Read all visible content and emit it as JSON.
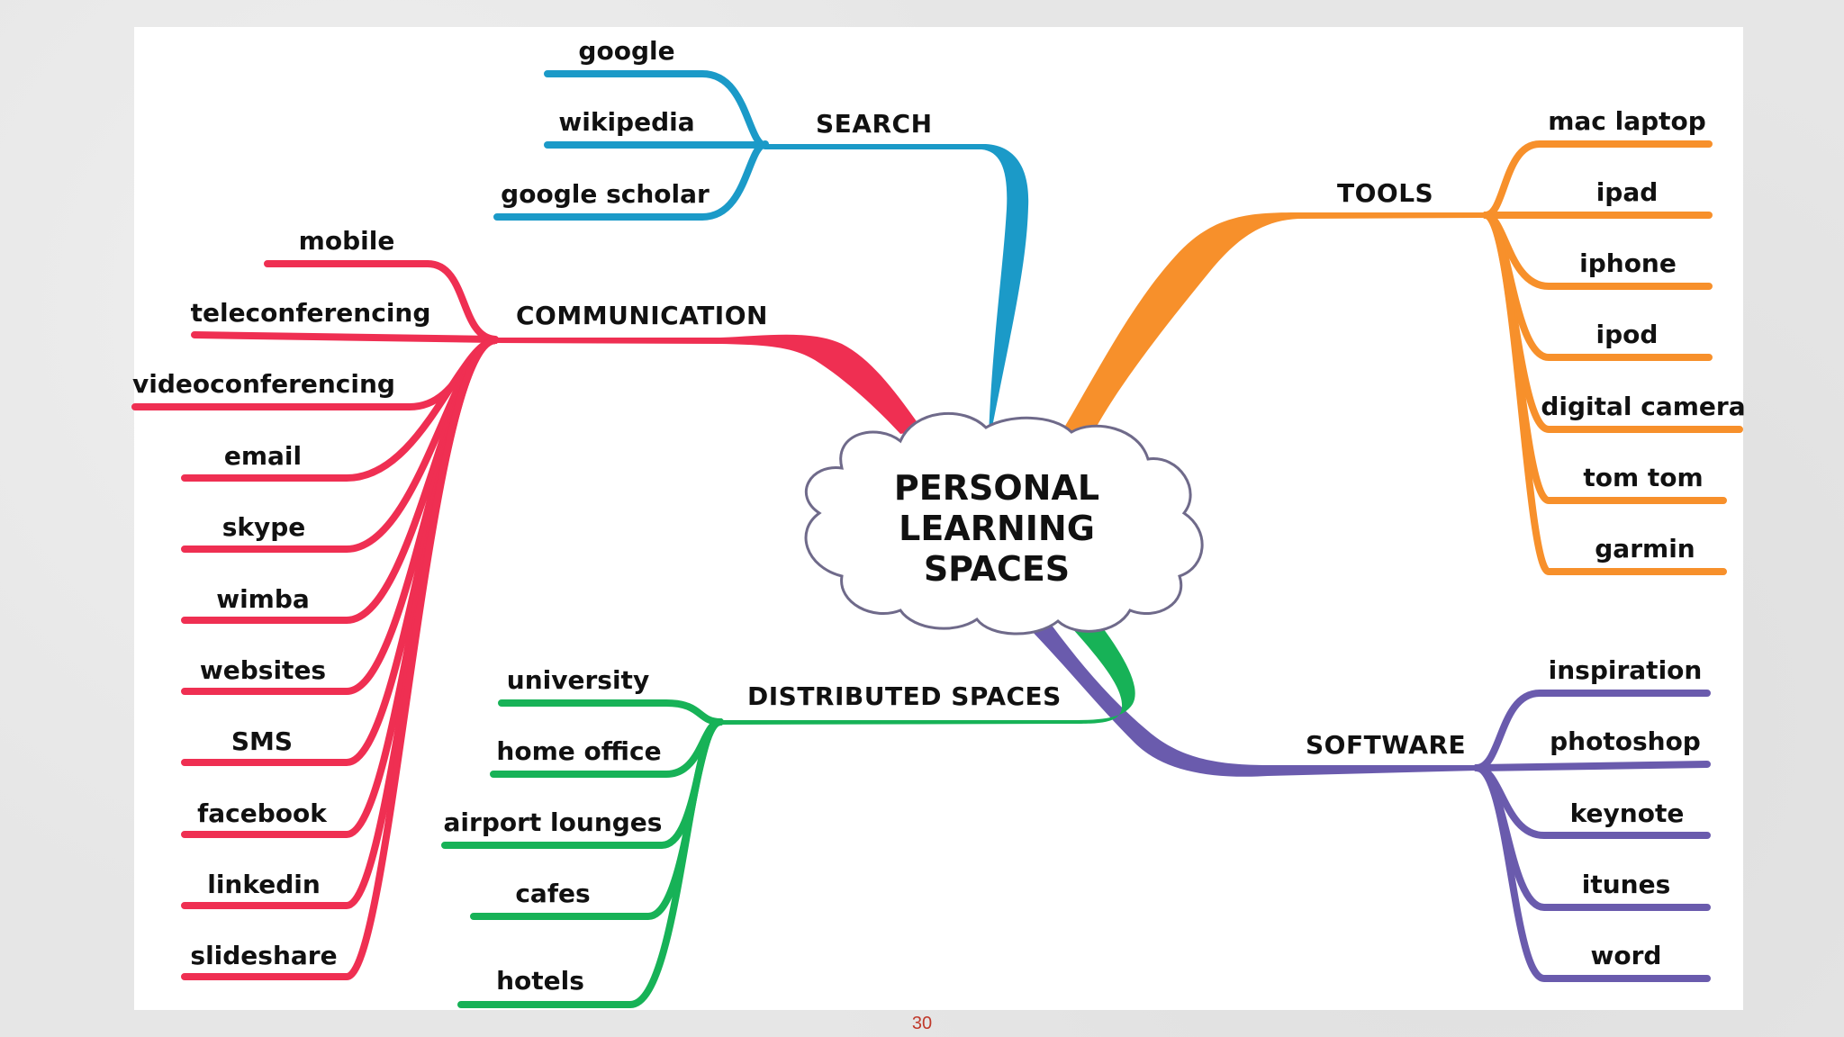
{
  "diagram": {
    "center": {
      "lines": [
        "PERSONAL",
        "LEARNING",
        "SPACES"
      ]
    },
    "branches": {
      "search": {
        "label": "SEARCH",
        "color": "#1b9ac8",
        "items": [
          "google",
          "wikipedia",
          "google scholar"
        ]
      },
      "communication": {
        "label": "COMMUNICATION",
        "color": "#ef2f52",
        "items": [
          "mobile",
          "teleconferencing",
          "videoconferencing",
          "email",
          "skype",
          "wimba",
          "websites",
          "SMS",
          "facebook",
          "linkedin",
          "slideshare"
        ]
      },
      "tools": {
        "label": "TOOLS",
        "color": "#f7902b",
        "items": [
          "mac laptop",
          "ipad",
          "iphone",
          "ipod",
          "digital camera",
          "tom tom",
          "garmin"
        ]
      },
      "distributed": {
        "label": "DISTRIBUTED SPACES",
        "color": "#17b257",
        "items": [
          "university",
          "home office",
          "airport lounges",
          "cafes",
          "hotels"
        ]
      },
      "software": {
        "label": "SOFTWARE",
        "color": "#6a5bad",
        "items": [
          "inspiration",
          "photoshop",
          "keynote",
          "itunes",
          "word"
        ]
      }
    }
  },
  "page_number": "30"
}
